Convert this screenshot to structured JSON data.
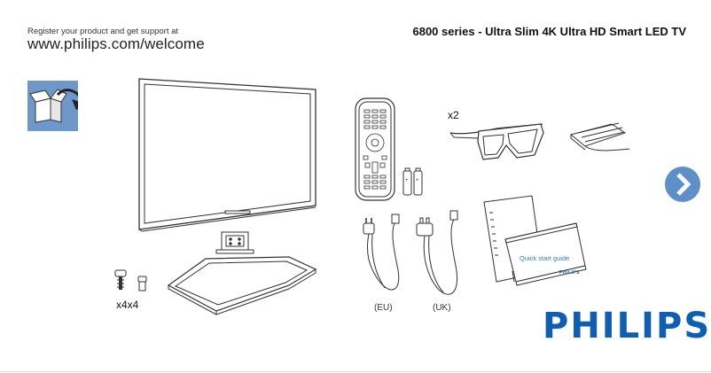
{
  "header": {
    "register_text": "Register your product and get support at",
    "site_url": "www.philips.com/welcome",
    "product_title": "6800 series - Ultra Slim 4K Ultra HD Smart LED TV"
  },
  "contents": {
    "glasses_qty": "x2",
    "screws_qty": "x4x4",
    "plug_eu_label": "(EU)",
    "plug_uk_label": "(UK)",
    "quick_start_text": "Quick start guide",
    "quick_start_brand": "PHILIPS"
  },
  "brand": {
    "logo_text": "PHILIPS",
    "color": "#0e5fb4"
  },
  "navigation": {
    "next_icon": "chevron-right-icon",
    "accent": "#5d8fc9"
  },
  "colors": {
    "unbox_tile": "#6d98c9",
    "line_art": "#333333"
  }
}
